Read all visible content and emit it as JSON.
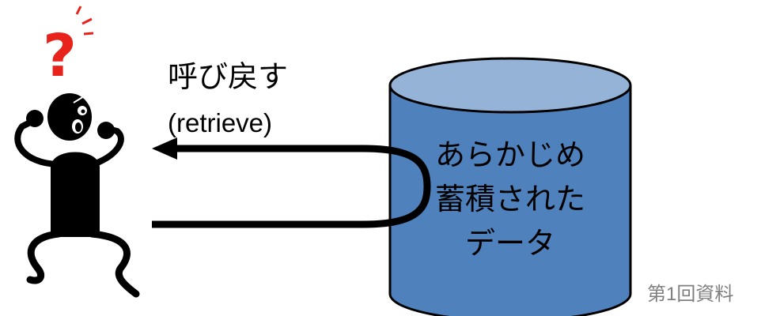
{
  "labels": {
    "action": "呼び戻す",
    "action_en": "(retrieve)"
  },
  "database": {
    "lines": [
      "あらかじめ",
      "蓄積された",
      "データ"
    ],
    "fill_color": "#4f81bd",
    "top_color": "#95b3d7",
    "stroke_color": "#000000"
  },
  "figure": {
    "icon": "confused-person-icon",
    "question_mark": "?",
    "question_color": "#e8231b"
  },
  "footer": {
    "text": "第1回資料"
  }
}
